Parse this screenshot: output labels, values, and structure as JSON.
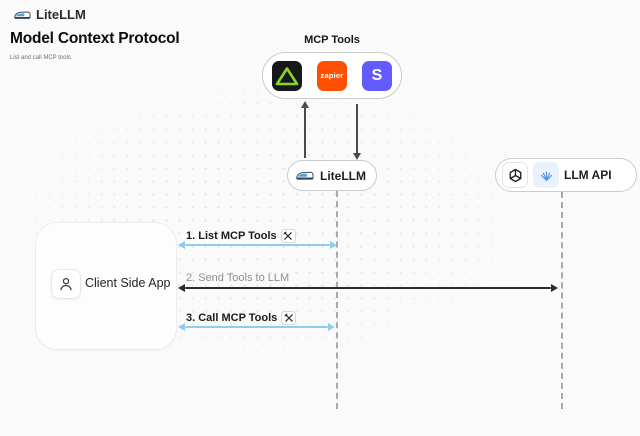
{
  "header": {
    "brand": "LiteLLM"
  },
  "page": {
    "title": "Model Context Protocol",
    "subtitle": "List and call MCP tools"
  },
  "mcp_tools": {
    "label": "MCP Tools",
    "icons": [
      {
        "name": "green-triangle-logo"
      },
      {
        "name": "zapier-logo",
        "label": "zapier"
      },
      {
        "name": "stripe-logo",
        "label": "S"
      }
    ]
  },
  "nodes": {
    "litellm": {
      "label": "LiteLLM"
    },
    "llm_api": {
      "label": "LLM API"
    },
    "client": {
      "label": "Client Side App"
    }
  },
  "arrows": [
    {
      "label": "1. List MCP Tools",
      "style": "blue",
      "tools_icon": true
    },
    {
      "label": "2. Send Tools to LLM",
      "style": "dark",
      "tools_icon": false
    },
    {
      "label": "3. Call MCP Tools",
      "style": "blue",
      "tools_icon": true
    }
  ],
  "colors": {
    "background": "#fafafa",
    "blue_arrow": "#8fcdee",
    "dark_arrow": "#2d2d2d",
    "zapier_orange": "#ff4f00",
    "stripe_purple": "#635bff",
    "tool_green": "#8bd41f",
    "lifeline_gray": "#a9a9a9"
  }
}
